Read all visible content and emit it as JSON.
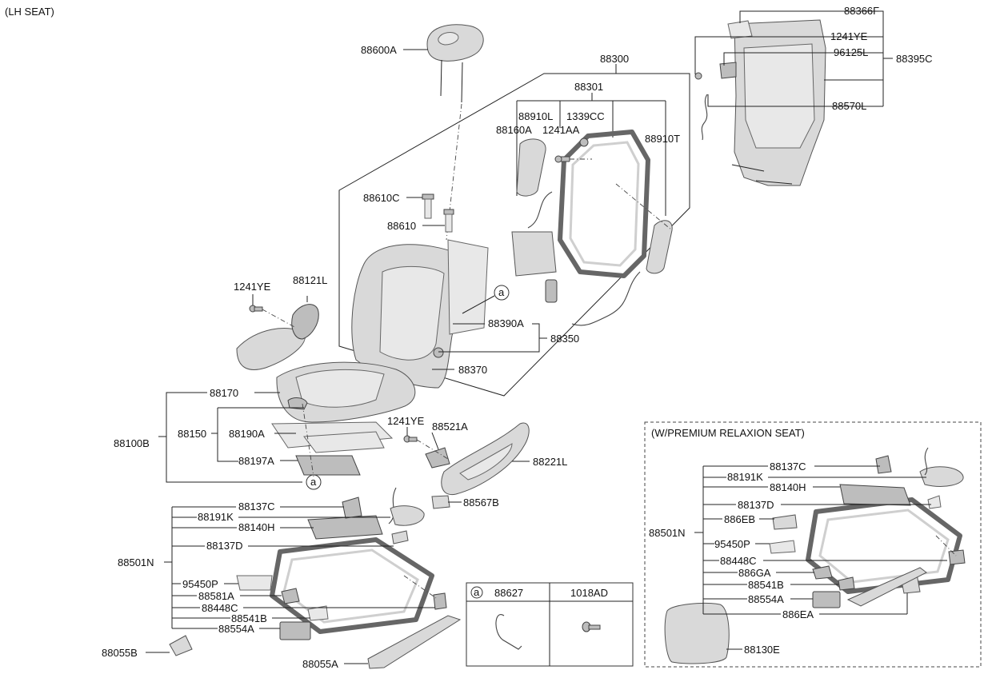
{
  "header": {
    "title": "(LH SEAT)"
  },
  "premium_box": {
    "title": "(W/PREMIUM RELAXION SEAT)"
  },
  "legend": {
    "marker": "a",
    "col1": "88627",
    "col2": "1018AD"
  },
  "labels": {
    "p88366F": "88366F",
    "p1241YE_top": "1241YE",
    "p96125L": "96125L",
    "p88395C": "88395C",
    "p88570L": "88570L",
    "p88600A": "88600A",
    "p88300": "88300",
    "p88301": "88301",
    "p88910L": "88910L",
    "p1339CC": "1339CC",
    "p88160A": "88160A",
    "p1241AA": "1241AA",
    "p88910T": "88910T",
    "p88610C": "88610C",
    "p88610": "88610",
    "p88390A": "88390A",
    "p88350": "88350",
    "p88370": "88370",
    "p1241YE_left": "1241YE",
    "p88121L": "88121L",
    "p88170": "88170",
    "p88150": "88150",
    "p88190A": "88190A",
    "p88100B": "88100B",
    "p88197A": "88197A",
    "p1241YE_mid": "1241YE",
    "p88521A": "88521A",
    "p88221L": "88221L",
    "p88137C": "88137C",
    "p88567B": "88567B",
    "p88191K": "88191K",
    "p88140H": "88140H",
    "p88137D": "88137D",
    "p88501N": "88501N",
    "p95450P": "95450P",
    "p88581A": "88581A",
    "p88448C": "88448C",
    "p88541B": "88541B",
    "p88554A": "88554A",
    "p88055B": "88055B",
    "p88055A": "88055A",
    "r88137C": "88137C",
    "r88191K": "88191K",
    "r88140H": "88140H",
    "r88137D": "88137D",
    "r886EB": "886EB",
    "r88501N": "88501N",
    "r95450P": "95450P",
    "r88448C": "88448C",
    "r886GA": "886GA",
    "r88541B": "88541B",
    "r88554A": "88554A",
    "r886EA": "886EA",
    "r88130E": "88130E",
    "ref_a1": "a",
    "ref_a2": "a"
  }
}
